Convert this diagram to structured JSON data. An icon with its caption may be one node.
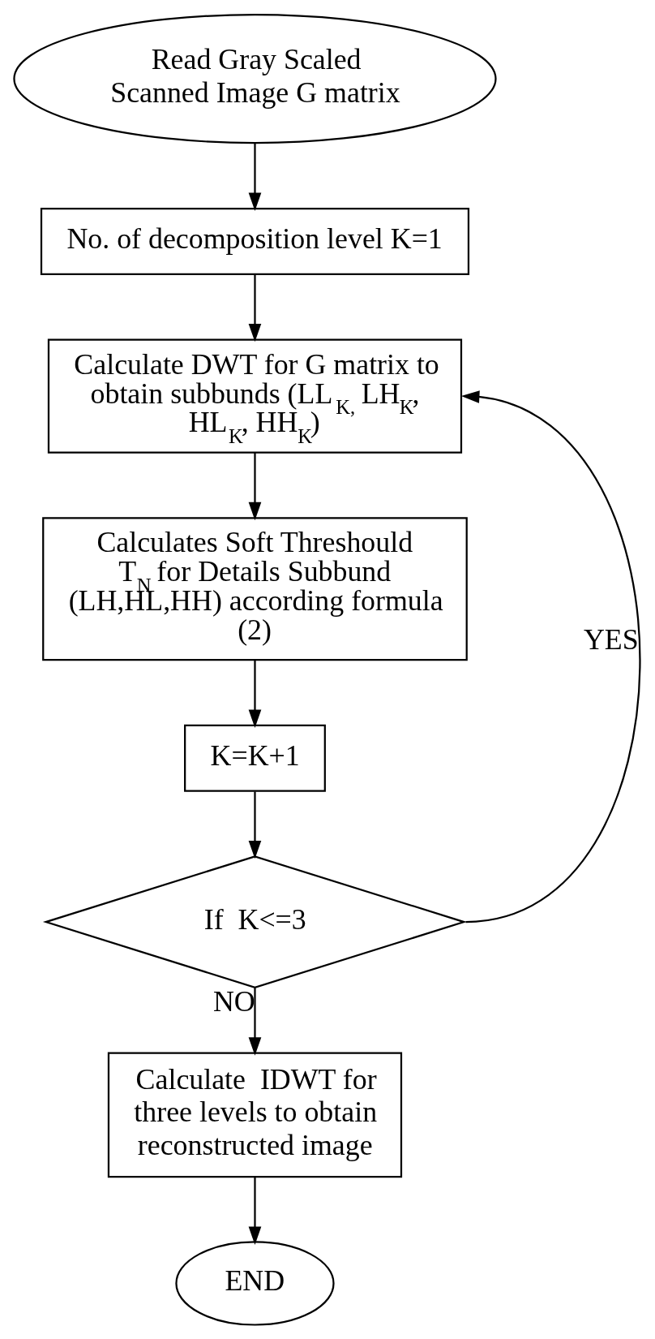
{
  "diagram": {
    "nodes": [
      {
        "text": [
          "Read Gray Scaled Scanned Image G matrix"
        ]
      },
      {
        "text": [
          "No. of decomposition level K=1"
        ]
      },
      {
        "text": [
          "Calculate DWT for G matrix to obtain subbunds (LL$_{K,}$ LH$_{K}$, HL$_{K}$, HH$_{K}$)"
        ]
      },
      {
        "text": [
          "Calculates Soft Threshould T$_{N}$ for Details Subbund (LH,HL,HH) according formula (2)"
        ]
      },
      {
        "text": [
          "K=K+1"
        ]
      },
      {
        "text": [
          "If  K<=3"
        ]
      },
      {
        "text": [
          "Calculate  IDWT for three levels to obtain reconstructed image"
        ]
      },
      {
        "text": [
          "END"
        ]
      }
    ],
    "edges": [
      {
        "from": 0,
        "to": 1,
        "arrow": "to"
      },
      {
        "from": 1,
        "to": 2,
        "arrow": "to"
      },
      {
        "from": 2,
        "to": 3,
        "arrow": "to"
      },
      {
        "from": 3,
        "to": 4,
        "arrow": "to"
      },
      {
        "from": 4,
        "to": 5,
        "arrow": "to"
      },
      {
        "from": 5,
        "to": 2,
        "arrow": "to",
        "label": "YES"
      },
      {
        "from": 5,
        "to": 6,
        "arrow": "to",
        "label": "NO"
      },
      {
        "from": 6,
        "to": 7,
        "arrow": "to"
      }
    ]
  }
}
